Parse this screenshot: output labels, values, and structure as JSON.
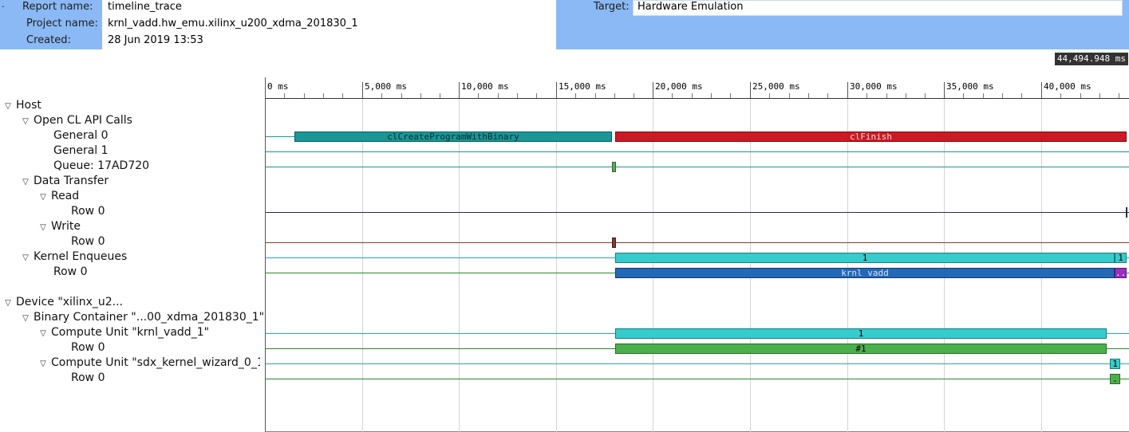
{
  "header": {
    "collapse_glyph": "-",
    "report_name_label": "Report name:",
    "report_name": "timeline_trace",
    "project_name_label": "Project name:",
    "project_name": "krnl_vadd.hw_emu.xilinx_u200_xdma_201830_1",
    "created_label": "Created:",
    "created": "28 Jun 2019 13:53",
    "target_label": "Target:",
    "target": "Hardware Emulation",
    "header_color": "#8ab9f5"
  },
  "cursor_time": "44,494.948 ms",
  "ruler": {
    "ticks": [
      "0 ms",
      "5,000 ms",
      "10,000 ms",
      "15,000 ms",
      "20,000 ms",
      "25,000 ms",
      "30,000 ms",
      "35,000 ms",
      "40,000 ms"
    ],
    "tick_step_ms": 5000
  },
  "tree": {
    "collapse_icon": "▽",
    "host": "Host",
    "opencl_api_calls": "Open CL API Calls",
    "general_0": "General 0",
    "general_1": "General 1",
    "queue": "Queue: 17AD720",
    "data_transfer": "Data Transfer",
    "read": "Read",
    "read_row_0": "Row 0",
    "write": "Write",
    "write_row_0": "Row 0",
    "kernel_enqueues": "Kernel Enqueues",
    "kernel_row_0": "Row 0",
    "device": "Device \"xilinx_u2...",
    "binary_container": "Binary Container \"...00_xdma_201830_1\"",
    "cu_krnl_vadd": "Compute Unit \"krnl_vadd_1\"",
    "cu_krnl_vadd_row_0": "Row 0",
    "cu_sdx": "Compute Unit \"sdx_kernel_wizard_0_1",
    "cu_sdx_row_0": "Row 0"
  },
  "bars": {
    "cl_create_program": "clCreateProgramWithBinary",
    "cl_finish": "clFinish",
    "kernel_enqueue_1": "1",
    "kernel_enqueue_2": "1",
    "krnl_vadd": "krnl_vadd",
    "krnl_vadd_small": "..",
    "cu_vadd_count": "1",
    "cu_vadd_row": "#1",
    "cu_sdx_count": "1",
    "cu_sdx_row": "."
  },
  "colors": {
    "teal": "#1a9696",
    "red": "#cc1a24",
    "cyan": "#36cccc",
    "blue": "#2468b8",
    "purple": "#9b2ec2",
    "green": "#4cb04a",
    "queue_green": "#5aa85a",
    "write_brown": "#8a3a2e"
  }
}
